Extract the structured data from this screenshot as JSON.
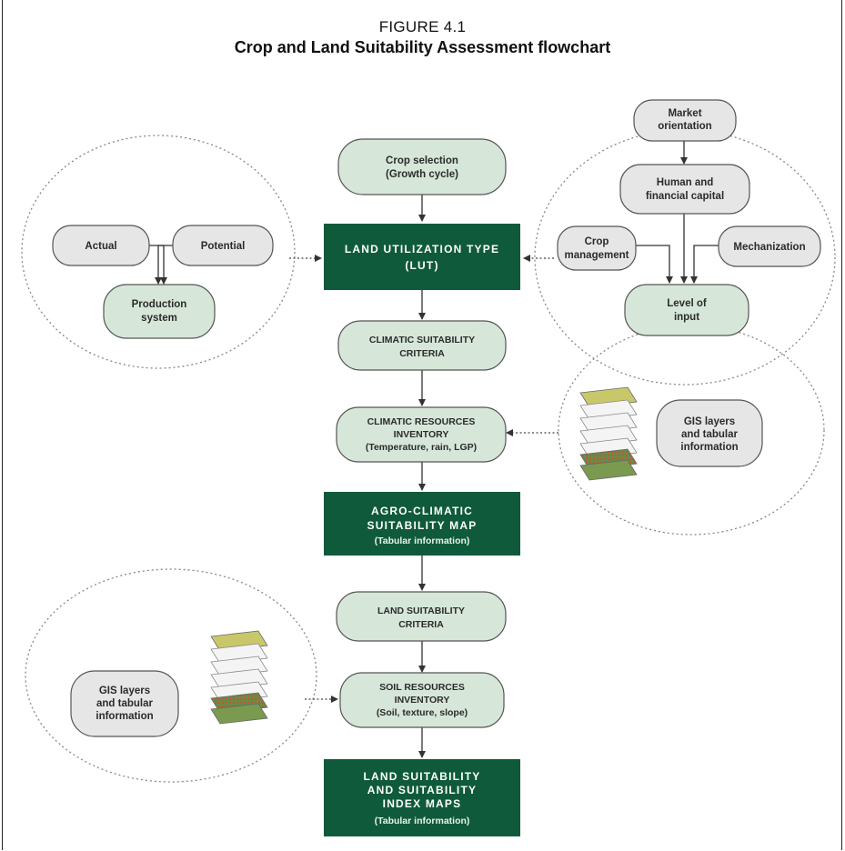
{
  "figure": {
    "number": "FIGURE 4.1",
    "title": "Crop and Land Suitability Assessment flowchart"
  },
  "nodes": {
    "market": [
      "Market",
      "orientation"
    ],
    "crop_selection": [
      "Crop selection",
      "(Growth cycle)"
    ],
    "human_capital": [
      "Human and",
      "financial capital"
    ],
    "actual": [
      "Actual"
    ],
    "potential": [
      "Potential"
    ],
    "lut": [
      "LAND UTILIZATION TYPE",
      "(LUT)"
    ],
    "crop_mgmt": [
      "Crop",
      "management"
    ],
    "mechanization": [
      "Mechanization"
    ],
    "production_system": [
      "Production",
      "system"
    ],
    "level_input": [
      "Level of",
      "input"
    ],
    "climatic_criteria": [
      "CLIMATIC SUITABILITY",
      "CRITERIA"
    ],
    "climatic_inventory": [
      "CLIMATIC RESOURCES",
      "INVENTORY",
      "(Temperature, rain, LGP)"
    ],
    "gis_right": [
      "GIS layers",
      "and tabular",
      "information"
    ],
    "agro_map": [
      "AGRO-CLIMATIC",
      "SUITABILITY MAP",
      "(Tabular information)"
    ],
    "land_criteria": [
      "LAND SUITABILITY",
      "CRITERIA"
    ],
    "gis_left": [
      "GIS layers",
      "and tabular",
      "information"
    ],
    "soil_inventory": [
      "SOIL RESOURCES",
      "INVENTORY",
      "(Soil, texture, slope)"
    ],
    "final_map": [
      "LAND SUITABILITY",
      "AND SUITABILITY",
      "INDEX MAPS",
      "(Tabular information)"
    ]
  },
  "colors": {
    "green_box": "#0f5a3a",
    "light_green": "#d6e7d9",
    "grey_box": "#e6e6e6",
    "outline": "#555555"
  }
}
